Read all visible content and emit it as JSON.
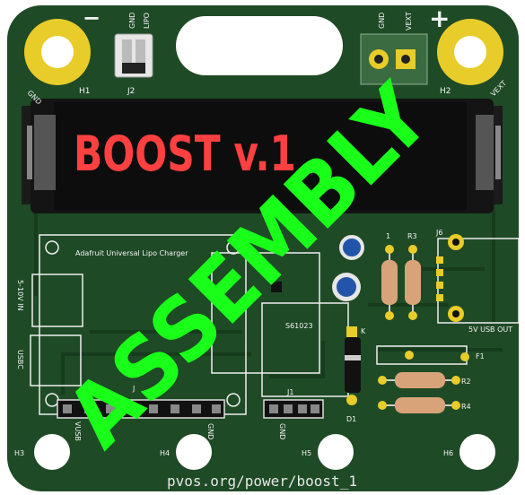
{
  "board": {
    "title": "BOOST v.1",
    "overlay": "ASSEMBLY",
    "url": "pvos.org/power/boost_1",
    "minus": "−",
    "plus": "+",
    "colors": {
      "pcb": "#1f4a26",
      "trace": "#163c1c",
      "gold": "#e8cc2a",
      "title": "#ff4040",
      "overlay": "#19ff19"
    }
  },
  "labels": {
    "gnd_left": "GND",
    "h1": "H1",
    "j2": "J2",
    "j2_gnd": "GND",
    "j2_lipo": "LIPO",
    "vext_gnd": "GND",
    "vext_vext": "VEXT",
    "h2": "H2",
    "vext_right": "VEXT",
    "charger": "Adafruit Universal Lipo Charger",
    "in_label": "5-10V IN",
    "usbc": "USBC",
    "r1": "1",
    "r3": "R3",
    "j6": "J6",
    "usb_out": "5V USB OUT",
    "k": "K",
    "f1": "F1",
    "r2": "R2",
    "r4": "R4",
    "d1": "D1",
    "tps": "S61023",
    "j1": "J1",
    "vusb": "VUSB",
    "gnd_j": "GND",
    "gnd_j1": "GND",
    "j_left": "J",
    "h3": "H3",
    "h4": "H4",
    "h5": "H5",
    "h6": "H6"
  }
}
